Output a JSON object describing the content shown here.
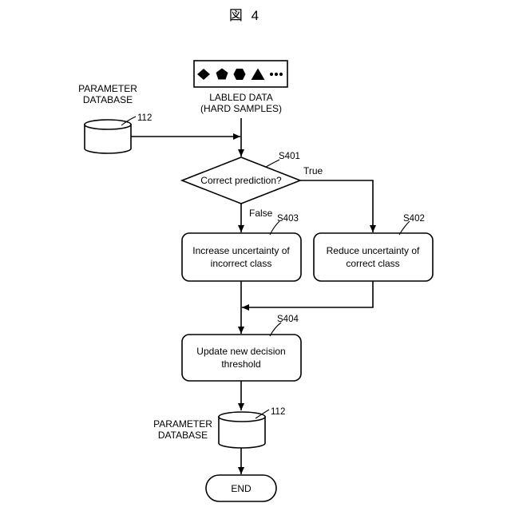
{
  "figure_title": "図 4",
  "labeled_data": {
    "line1": "LABLED DATA",
    "line2": "(HARD SAMPLES)",
    "symbols": [
      "diamond",
      "pentagon",
      "hexagon",
      "triangle",
      "ellipsis"
    ]
  },
  "parameter_db_top": {
    "line1": "PARAMETER",
    "line2": "DATABASE",
    "ref": "112"
  },
  "decision": {
    "text": "Correct prediction?",
    "step": "S401",
    "true_label": "True",
    "false_label": "False"
  },
  "box_s403": {
    "line1": "Increase uncertainty of",
    "line2": "incorrect class",
    "step": "S403"
  },
  "box_s402": {
    "line1": "Reduce uncertainty of",
    "line2": "correct class",
    "step": "S402"
  },
  "box_s404": {
    "line1": "Update new decision",
    "line2": "threshold",
    "step": "S404"
  },
  "parameter_db_bottom": {
    "line1": "PARAMETER",
    "line2": "DATABASE",
    "ref": "112"
  },
  "end_label": "END"
}
